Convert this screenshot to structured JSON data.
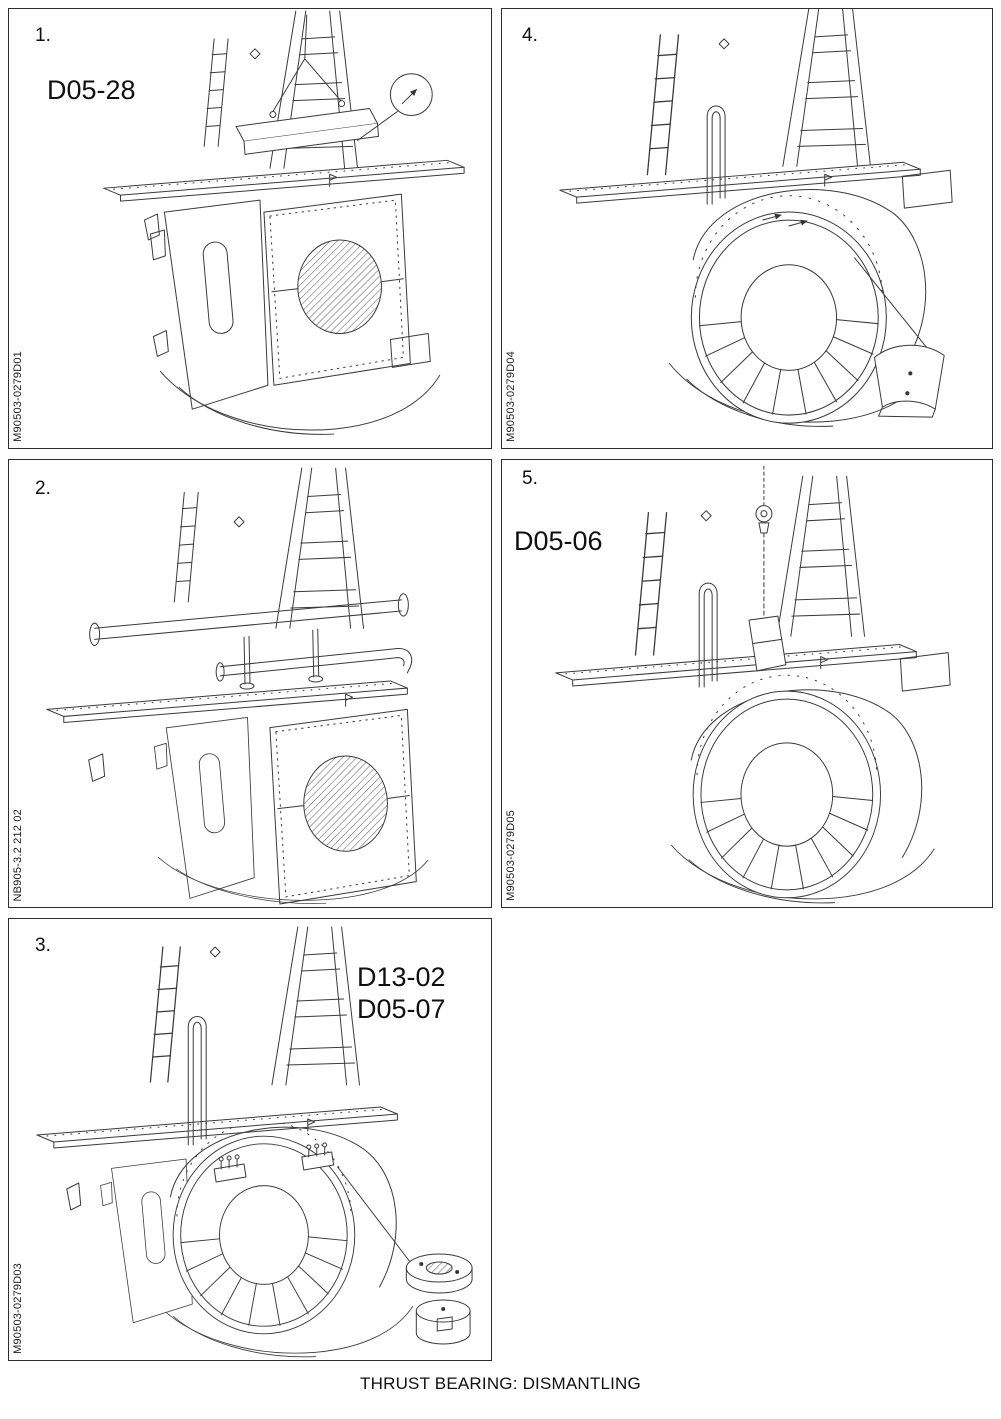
{
  "page": {
    "caption": "THRUST BEARING: DISMANTLING"
  },
  "panels": {
    "p1": {
      "step": "1.",
      "tool": "D05-28",
      "code": "M90503-0279D01"
    },
    "p2": {
      "step": "2.",
      "code": "NB905-3.2 212 02"
    },
    "p3": {
      "step": "3.",
      "tools": [
        "D13-02",
        "D05-07"
      ],
      "code": "M90503-0279D03"
    },
    "p4": {
      "step": "4.",
      "code": "M90503-0279D04"
    },
    "p5": {
      "step": "5.",
      "tool": "D05-06",
      "code": "M90503-0279D05"
    }
  }
}
